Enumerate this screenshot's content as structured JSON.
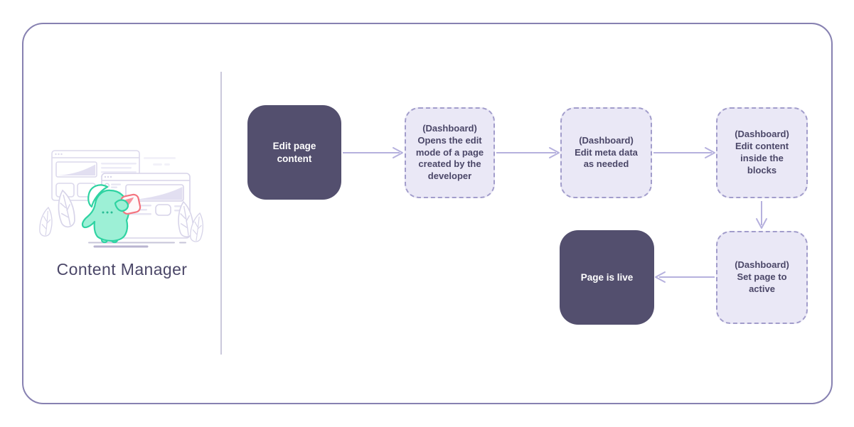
{
  "actor": {
    "title": "Content Manager",
    "illustration": "teal-mascot-holding-card-in-front-of-browser-windows"
  },
  "colors": {
    "frame_border": "#8781b1",
    "divider": "#cbc9dc",
    "node_dark_bg": "#534f6e",
    "node_dark_text": "#ffffff",
    "node_dashed_bg": "#eae8f6",
    "node_dashed_border": "#a29dcb",
    "node_dashed_text": "#4b4768",
    "arrow": "#b6b1de",
    "title_text": "#4b4768",
    "mascot_stroke": "#2fd3a2",
    "mascot_fill": "#9df0d6",
    "card_stroke": "#f4747f"
  },
  "flowchart": {
    "nodes": [
      {
        "id": "edit-page-content",
        "type": "solid",
        "prefix": "",
        "label": "Edit page content"
      },
      {
        "id": "open-edit-mode",
        "type": "dashed",
        "prefix": "(Dashboard)",
        "label": "Opens the edit mode of a page created by the developer"
      },
      {
        "id": "edit-meta-data",
        "type": "dashed",
        "prefix": "(Dashboard)",
        "label": "Edit meta data as needed"
      },
      {
        "id": "edit-content-blocks",
        "type": "dashed",
        "prefix": "(Dashboard)",
        "label": "Edit content inside the blocks"
      },
      {
        "id": "set-page-active",
        "type": "dashed",
        "prefix": "(Dashboard)",
        "label": "Set page to active"
      },
      {
        "id": "page-is-live",
        "type": "solid",
        "prefix": "",
        "label": "Page is live"
      }
    ],
    "edges": [
      {
        "from": "edit-page-content",
        "to": "open-edit-mode"
      },
      {
        "from": "open-edit-mode",
        "to": "edit-meta-data"
      },
      {
        "from": "edit-meta-data",
        "to": "edit-content-blocks"
      },
      {
        "from": "edit-content-blocks",
        "to": "set-page-active"
      },
      {
        "from": "set-page-active",
        "to": "page-is-live"
      }
    ]
  }
}
